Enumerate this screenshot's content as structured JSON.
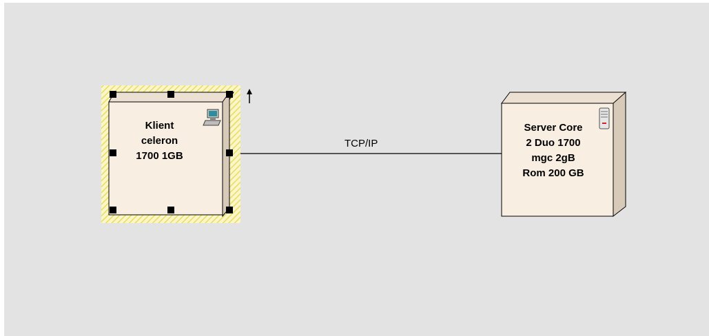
{
  "diagram": {
    "client_node": {
      "lines": [
        "Klient",
        "celeron",
        "1700 1GB"
      ],
      "icon": "desktop-computer-icon",
      "selected": true
    },
    "server_node": {
      "lines": [
        "Server Core",
        "2 Duo 1700",
        "mgc 2gB",
        "Rom 200 GB"
      ],
      "icon": "server-tower-icon"
    },
    "connection": {
      "label": "TCP/IP"
    },
    "colors": {
      "background": "#e3e3e3",
      "node_fill": "#f8eee2",
      "node_side": "#d8cab8",
      "selection_hatch": "#f2e890"
    }
  }
}
